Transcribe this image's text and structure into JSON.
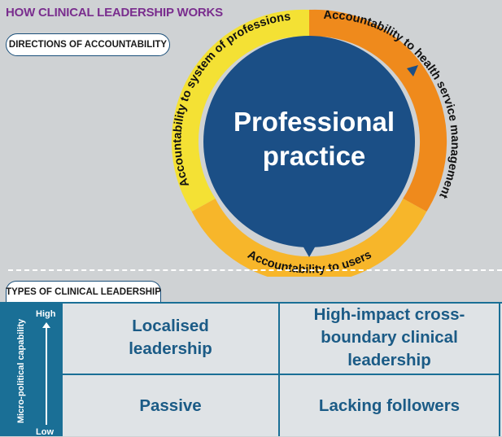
{
  "header": {
    "title": "HOW CLINICAL LEADERSHIP WORKS"
  },
  "accountability": {
    "section_label": "DIRECTIONS OF ACCOUNTABILITY",
    "core_line1": "Professional",
    "core_line2": "practice",
    "arc_professions": "Accountability to system of professions",
    "arc_management": "Accountability to health service management",
    "arc_users": "Accountability to users",
    "colors": {
      "core": "#1b4f86",
      "professions": "#f4e134",
      "management": "#ef8a1c",
      "users": "#f7b62a"
    }
  },
  "types": {
    "section_label": "TYPES OF CLINICAL LEADERSHIP",
    "axis_title": "Micro-political capability",
    "axis_high": "High",
    "axis_low": "Low",
    "cells": {
      "top_left": "Localised leadership",
      "top_right": "High-impact cross-boundary clinical leadership",
      "bottom_left": "Passive",
      "bottom_right": "Lacking followers"
    }
  }
}
